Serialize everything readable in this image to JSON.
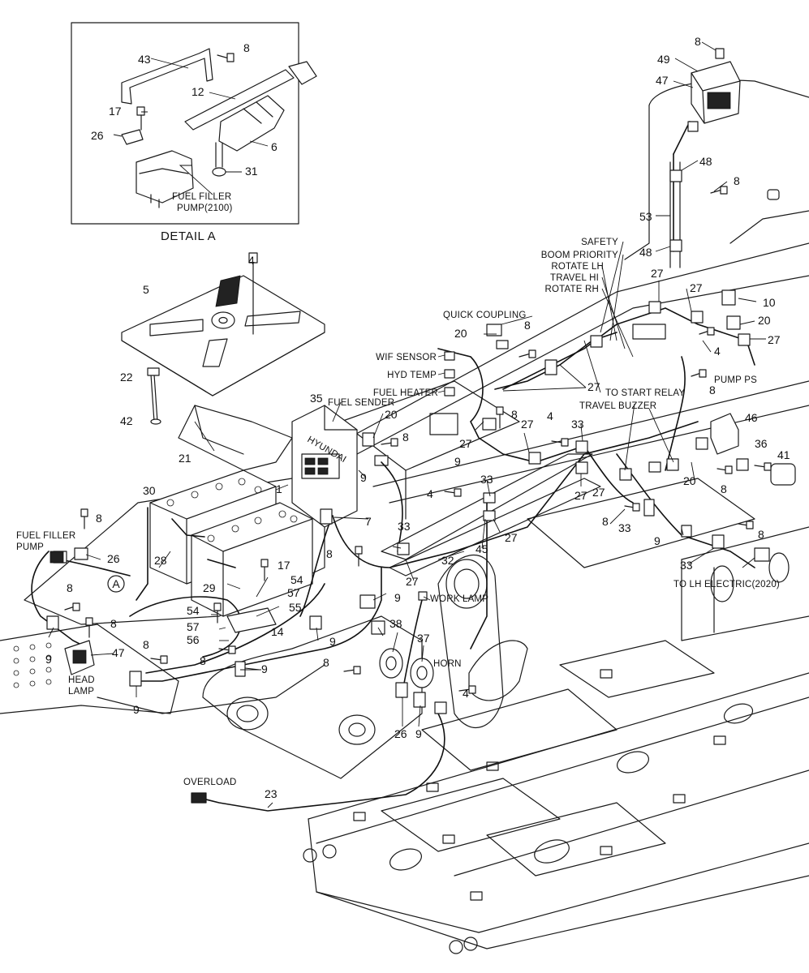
{
  "detail": {
    "title": "DETAIL  A",
    "pump_label_1": "FUEL FILLER",
    "pump_label_2": "PUMP(2100)",
    "parts": [
      "43",
      "8",
      "12",
      "17",
      "26",
      "6",
      "31"
    ]
  },
  "callout_marker": "A",
  "console": {
    "brand": "HYUNDAI"
  },
  "labels": {
    "safety": "SAFETY",
    "boom_priority": "BOOM PRIORITY",
    "rotate_lh": "ROTATE LH",
    "travel_hi": "TRAVEL HI",
    "rotate_rh": "ROTATE RH",
    "quick_coupling": "QUICK COUPLING",
    "wif_sensor": "WIF SENSOR",
    "hyd_temp": "HYD TEMP",
    "fuel_heater": "FUEL HEATER",
    "fuel_sender": "FUEL SENDER",
    "to_start_relay": "TO START RELAY",
    "travel_buzzer": "TRAVEL BUZZER",
    "pump_ps": "PUMP PS",
    "to_lh_electric": "TO LH ELECTRIC(2020)",
    "fuel_filler_pump_1": "FUEL FILLER",
    "fuel_filler_pump_2": "PUMP",
    "head_lamp_1": "HEAD",
    "head_lamp_2": "LAMP",
    "work_lamp": "WORK LAMP",
    "horn": "HORN",
    "overload": "OVERLOAD"
  },
  "part_numbers": {
    "p8_top": "8",
    "p49": "49",
    "p47_top": "47",
    "p48_a": "48",
    "p8_b": "8",
    "p53": "53",
    "p48_b": "48",
    "p27_a": "27",
    "p27_b": "27",
    "p10": "10",
    "p20_a": "20",
    "p27_c": "27",
    "p4_a": "4",
    "p8_c": "8",
    "p27_d": "27",
    "p20_b": "20",
    "p8_d": "8",
    "p4_top": "4",
    "p5": "5",
    "p22": "22",
    "p42": "42",
    "p35": "35",
    "p20_c": "20",
    "p8_e": "8",
    "p27_e": "27",
    "p8_f": "8",
    "p27_f": "27",
    "p4_b": "4",
    "p33_a": "33",
    "p46": "46",
    "p36": "36",
    "p41": "41",
    "p9_a": "9",
    "p21": "21",
    "p30": "30",
    "p1": "1",
    "p9_b": "9",
    "p7": "7",
    "p33_b": "33",
    "p4_c": "4",
    "p27_g": "27",
    "p27_h": "27",
    "p20_d": "20",
    "p8_g": "8",
    "p8_h": "8",
    "p33_c": "33",
    "p9_c": "9",
    "p8_i": "8",
    "p33_d": "33",
    "p8_j": "8",
    "p26_a": "26",
    "p28": "28",
    "p33_e": "33",
    "p27_i": "27",
    "p45": "45",
    "p32": "32",
    "p8_k": "8",
    "p17": "17",
    "p29": "29",
    "p54_a": "54",
    "p57_a": "57",
    "p27_j": "27",
    "p8_l": "8",
    "p55": "55",
    "p54_b": "54",
    "p57_b": "57",
    "p56": "56",
    "p14": "14",
    "p9_d": "9",
    "p9_e": "9",
    "p8_m": "8",
    "p8_n": "8",
    "p47_b": "47",
    "p9_f": "9",
    "p8_o": "8",
    "p9_g": "9",
    "p9_h": "9",
    "p38": "38",
    "p37": "37",
    "p8_p": "8",
    "p4_d": "4",
    "p26_b": "26",
    "p9_i": "9",
    "p23": "23"
  }
}
